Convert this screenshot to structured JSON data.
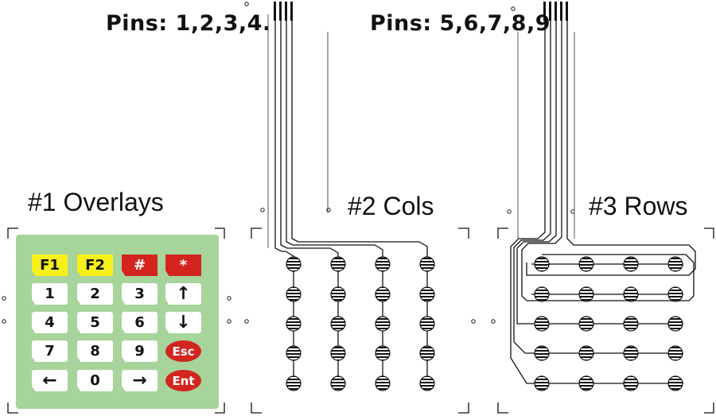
{
  "labels": {
    "pins_left": "Pins: 1,2,3,4.",
    "pins_right": "Pins: 5,6,7,8,9",
    "overlays": "#1 Overlays",
    "cols": "#2 Cols",
    "rows": "#3 Rows"
  },
  "keypad": {
    "rows": [
      [
        "F1",
        "F2",
        "#",
        "*"
      ],
      [
        "1",
        "2",
        "3",
        "up-arrow-icon"
      ],
      [
        "4",
        "5",
        "6",
        "down-arrow-icon"
      ],
      [
        "7",
        "8",
        "9",
        "Esc"
      ],
      [
        "left-arrow-icon",
        "0",
        "right-arrow-icon",
        "Ent"
      ]
    ],
    "arrow_glyphs": {
      "up-arrow-icon": "↑",
      "down-arrow-icon": "↓",
      "left-arrow-icon": "←",
      "right-arrow-icon": "→"
    }
  },
  "colors": {
    "keypad_bg": "#a6d49b",
    "function_key": "#f7ef1a",
    "accent_key": "#d3241f",
    "trace": "#111111"
  },
  "matrix": {
    "columns": 4,
    "rows": 5,
    "cols_panel_pins": 4,
    "rows_panel_pins": 5
  }
}
